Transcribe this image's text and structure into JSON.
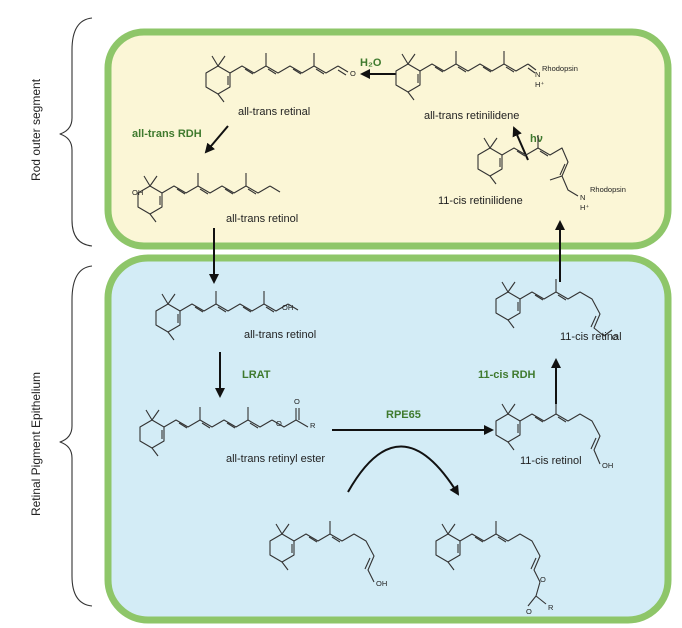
{
  "regions": {
    "rod_outer_segment": "Rod outer segment",
    "rpe": "Retinal Pigment Epithelium"
  },
  "molecules": {
    "rod_all_trans_retinal": "all-trans retinal",
    "rod_all_trans_retinol": "all-trans retinol",
    "all_trans_retinilidene": "all-trans retinilidene",
    "cis_retinilidene": "11-cis retinilidene",
    "rpe_all_trans_retinol": "all-trans retinol",
    "retinyl_ester": "all-trans retinyl ester",
    "cis_retinol": "11-cis retinol",
    "cis_retinal": "11-cis retinal"
  },
  "enzymes": {
    "water": "H₂O",
    "rdh_all_trans": "all-trans RDH",
    "light": "hν",
    "lrat": "LRAT",
    "rpe65": "RPE65",
    "rdh_11cis": "11-cis RDH"
  },
  "atoms": {
    "rhodopsin": "Rhodopsin",
    "nh_plus": "N",
    "h_plus": "H⁺",
    "oxygen": "O",
    "hydroxyl": "OH",
    "ester_r": "R"
  },
  "colors": {
    "rod_fill": "#fbf6d6",
    "rpe_fill": "#d3ecf6",
    "membrane": "#8ec669",
    "enzyme_text": "#3f7a2e"
  }
}
